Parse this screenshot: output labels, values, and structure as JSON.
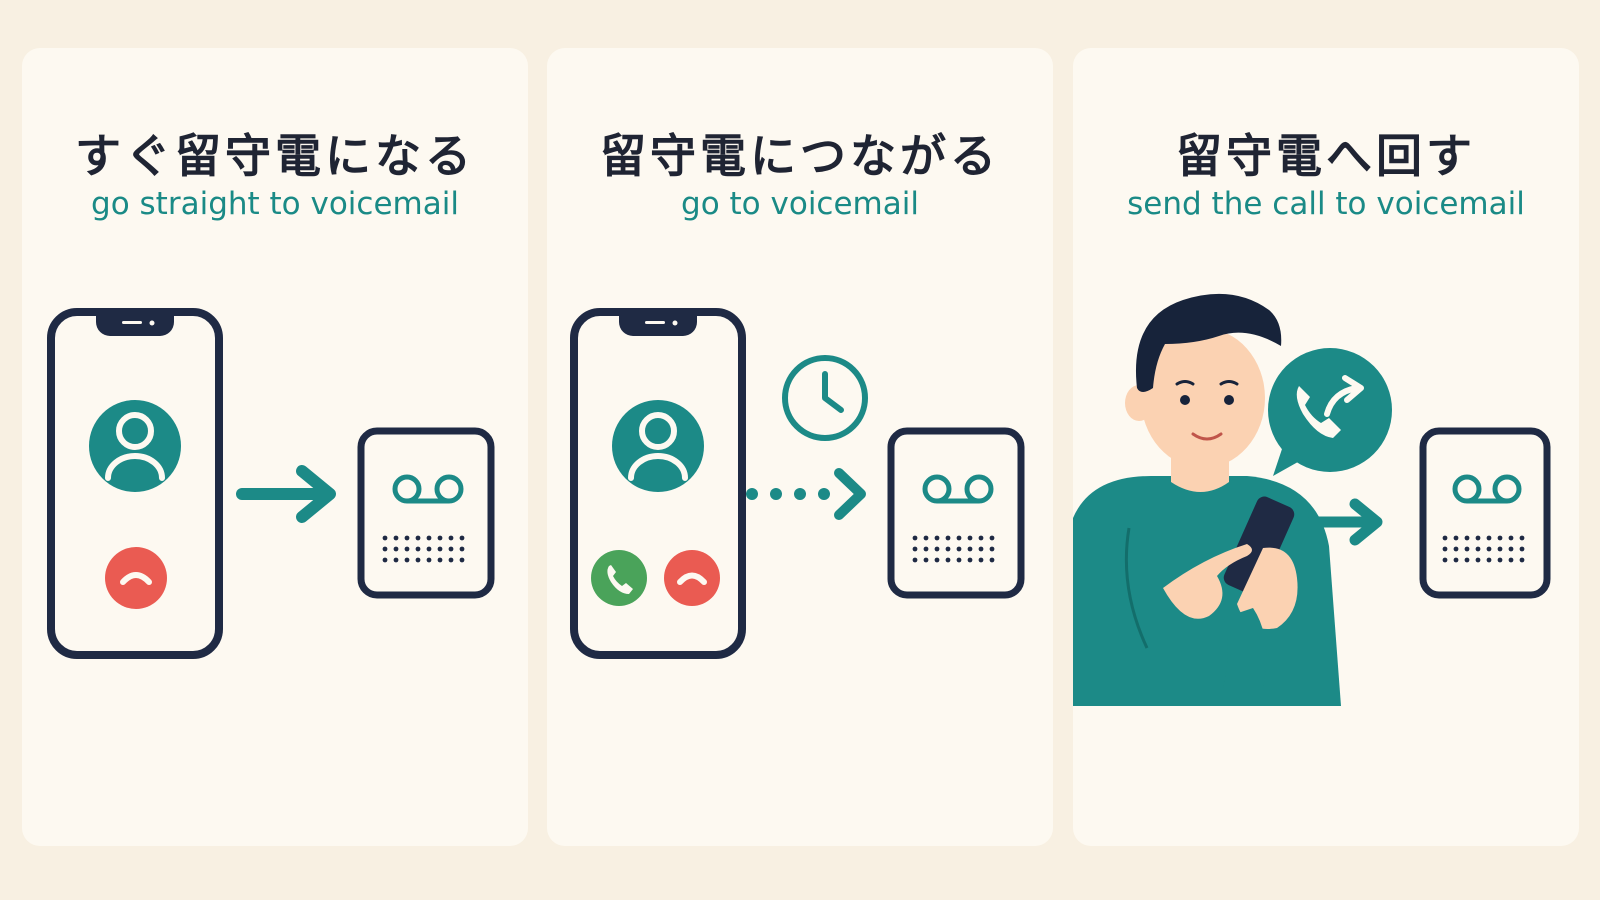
{
  "panels": [
    {
      "title_jp": "すぐ留守電になる",
      "title_en": "go straight to voicemail"
    },
    {
      "title_jp": "留守電につながる",
      "title_en": "go to voicemail"
    },
    {
      "title_jp": "留守電へ回す",
      "title_en": "send the call to voicemail"
    }
  ],
  "colors": {
    "background": "#f8f0e2",
    "panel": "#fdf9f1",
    "outline": "#1f2a44",
    "teal": "#1c8a87",
    "decline": "#ea5b52",
    "accept": "#4aa35a",
    "skin": "#fbd2b2",
    "hair": "#17233a"
  },
  "icons": [
    "phone-icon",
    "contact-avatar-icon",
    "decline-call-icon",
    "accept-call-icon",
    "arrow-icon",
    "dotted-arrow-icon",
    "clock-icon",
    "voicemail-device-icon",
    "call-forward-bubble-icon",
    "person-illustration"
  ]
}
